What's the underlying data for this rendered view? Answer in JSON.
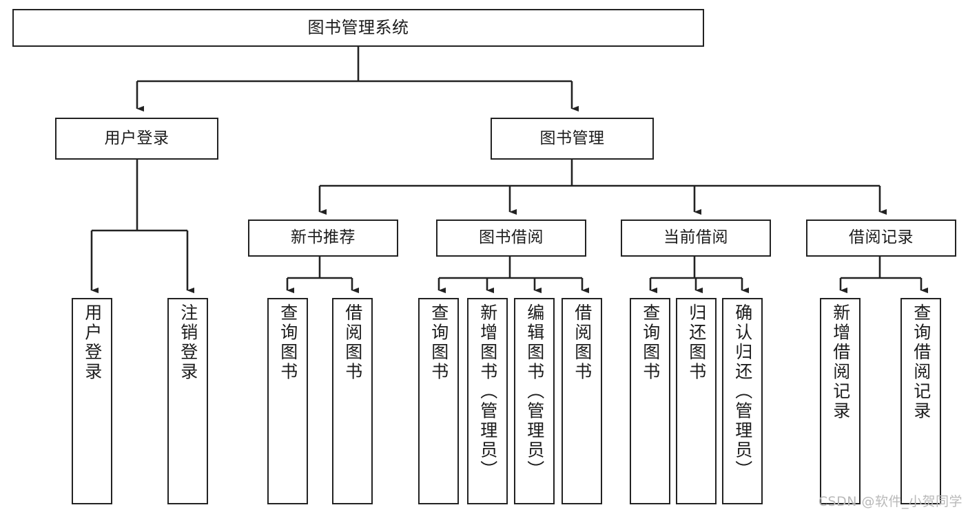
{
  "diagram": {
    "title": "图书管理系统",
    "type": "tree-hierarchy-diagram",
    "stroke_color": "#222222",
    "text_color": "#1b1b1b",
    "background_color": "#ffffff"
  },
  "nodes": {
    "root": {
      "label": "图书管理系统"
    },
    "level2": [
      {
        "label": "用户登录"
      },
      {
        "label": "图书管理"
      }
    ],
    "level3": [
      {
        "label": "新书推荐"
      },
      {
        "label": "图书借阅"
      },
      {
        "label": "当前借阅"
      },
      {
        "label": "借阅记录"
      }
    ],
    "leaves": {
      "user_login": [
        {
          "label": "用户登录"
        },
        {
          "label": "注销登录"
        }
      ],
      "new_book_rec": [
        {
          "label": "查询图书"
        },
        {
          "label": "借阅图书"
        }
      ],
      "book_borrow": [
        {
          "label": "查询图书"
        },
        {
          "label": "新增图书（管理员）"
        },
        {
          "label": "编辑图书（管理员）"
        },
        {
          "label": "借阅图书"
        }
      ],
      "current_borrow": [
        {
          "label": "查询图书"
        },
        {
          "label": "归还图书"
        },
        {
          "label": "确认归还（管理员）"
        }
      ],
      "borrow_record": [
        {
          "label": "新增借阅记录"
        },
        {
          "label": "查询借阅记录"
        }
      ]
    }
  },
  "watermark": {
    "text": "CSDN @软件_小贺同学"
  }
}
